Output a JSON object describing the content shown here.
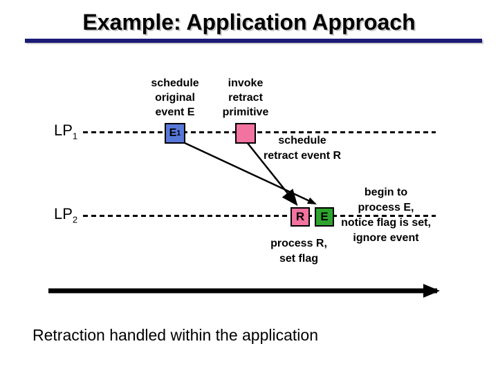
{
  "title": "Example: Application Approach",
  "footer": "Retraction handled within the application",
  "colors": {
    "title_underline": "#1b1b75",
    "event_box_blue": "#5878d8",
    "retract_box_pink": "#f2739f",
    "processed_box_green": "#2ea42e",
    "line_black": "#000000"
  },
  "timeline": {
    "lp1": {
      "name": "LP",
      "sub": "1"
    },
    "lp2": {
      "name": "LP",
      "sub": "2"
    },
    "events": {
      "e1": {
        "label": "E",
        "sub": "1"
      },
      "invoke": {
        "label": ""
      },
      "r": {
        "label": "R"
      },
      "e": {
        "label": "E"
      }
    },
    "annotations": {
      "schedule_original": "schedule\noriginal\nevent E",
      "invoke_retract": "invoke\nretract\nprimitive",
      "schedule_retract": "schedule\nretract event R",
      "process_r": "process R,\nset flag",
      "begin_to": "begin to\nprocess E,\nnotice flag is set,\nignore event"
    }
  }
}
